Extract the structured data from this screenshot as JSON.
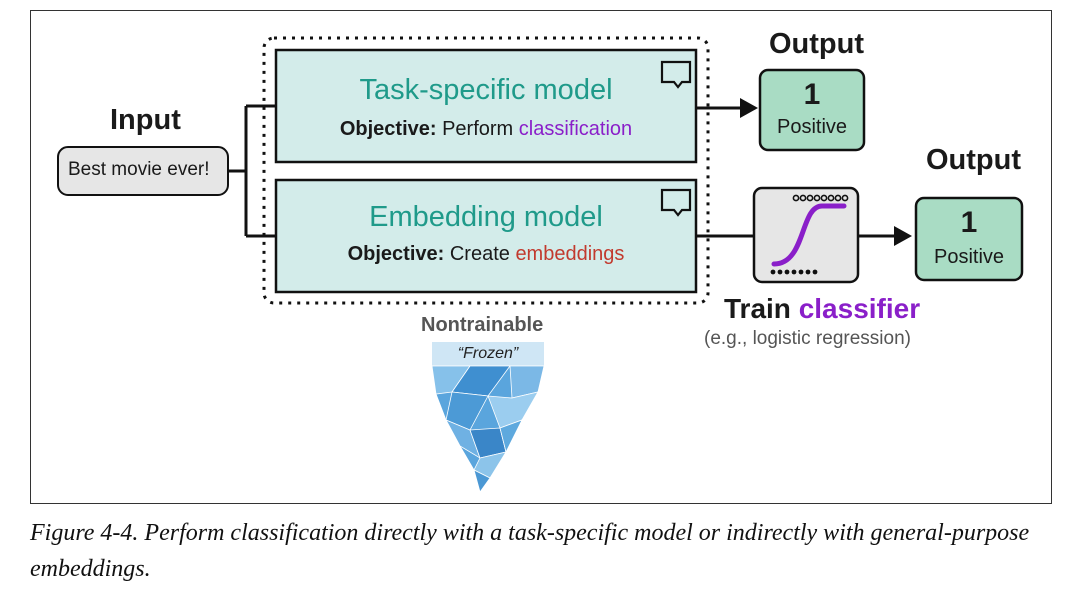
{
  "input": {
    "label": "Input",
    "text": "Best movie ever!"
  },
  "task_model": {
    "title": "Task-specific model",
    "objective_prefix": "Objective:",
    "objective_verb": "Perform",
    "objective_term": "classification"
  },
  "embedding_model": {
    "title": "Embedding model",
    "objective_prefix": "Objective:",
    "objective_verb": "Create",
    "objective_term": "embeddings"
  },
  "output_top": {
    "label": "Output",
    "value": "1",
    "class": "Positive"
  },
  "output_bottom": {
    "label": "Output",
    "value": "1",
    "class": "Positive"
  },
  "classifier": {
    "train_word": "Train",
    "classifier_word": "classifier",
    "example": "(e.g., logistic regression)"
  },
  "frozen_group": {
    "label": "Nontrainable",
    "tag": "“Frozen”"
  },
  "caption": "Figure 4-4. Perform classification directly with a task-specific model or indirectly with general-purpose embeddings.",
  "colors": {
    "model_fill": "#d3ecea",
    "output_fill": "#a9dcc4",
    "teal_title": "#1f9a8a",
    "purple": "#8a1fc9",
    "red": "#c23a2e",
    "ice": "#5aa5dd"
  },
  "icons": [
    "speech-bubble-icon",
    "sigmoid-classifier-icon",
    "iceberg-icon",
    "arrow-right-icon"
  ]
}
